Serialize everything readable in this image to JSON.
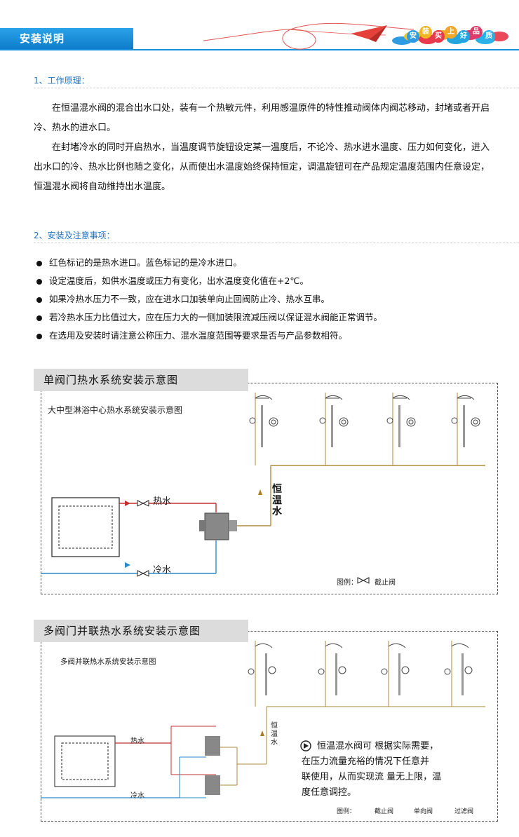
{
  "header": {
    "title": "安装说明",
    "slogan": [
      "安",
      "装",
      "买",
      "上",
      "好",
      "品",
      "质"
    ]
  },
  "section1": {
    "heading": "1、工作原理：",
    "paragraphs": [
      "在恒温混水阀的混合出水口处，装有一个热敏元件，利用感温原件的特性推动阀体内阀芯移动，封堵或者开启冷、热水的进水口。",
      "在封堵冷水的同时开启热水，当温度调节旋钮设定某一温度后，不论冷、热水进水温度、压力如何变化，进入出水口的冷、热水比例也随之变化，从而使出水温度始终保持恒定，调温旋钮可在产品规定温度范围内任意设定，恒温混水阀将自动维持出水温度。"
    ]
  },
  "section2": {
    "heading": "2、安装及注意事项：",
    "items": [
      "红色标记的是热水进口。蓝色标记的是冷水进口。",
      "设定温度后，如供水温度或压力有变化，出水温度变化值在+2℃。",
      "如果冷热水压力不一致，应在进水口加装单向止回阀防止冷、热水互串。",
      "若冷热水压力比值过大，应在压力大的一侧加装限流减压阀以保证混水阀能正常调节。",
      "在选用及安装时请注意公称压力、混水温度范围等要求是否与产品参数相符。"
    ]
  },
  "diagram1": {
    "bar_title": "单阀门热水系统安装示意图",
    "subtitle": "大中型淋浴中心热水系统安装示意图",
    "hot_label": "热水",
    "cold_label": "冷水",
    "const_label": "恒温水",
    "legend_prefix": "图例：",
    "legend_item": "截止阀"
  },
  "diagram2": {
    "bar_title": "多阀门并联热水系统安装示意图",
    "subtitle": "多阀并联热水系统安装示意图",
    "hot_label": "热水",
    "cold_label": "冷水",
    "const_label": "恒温水",
    "note_lines": [
      "恒温混水阀可 根据实际需要，",
      "在压力流量充裕的情况下任意并",
      "联使用，从而实现流 量无上限，温",
      "度任意调控。"
    ],
    "legend_prefix": "图例：",
    "legend_items": [
      "截止阀",
      "单向阀",
      "过滤阀"
    ]
  }
}
